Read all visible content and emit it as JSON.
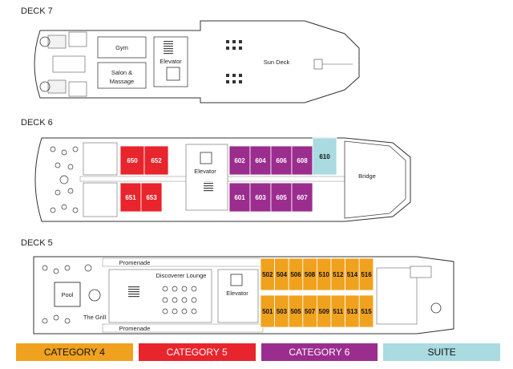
{
  "colors": {
    "category_4": "#f0a21e",
    "category_5": "#e8242c",
    "category_6": "#9b2d8e",
    "suite": "#a9dbe1"
  },
  "decks": [
    {
      "title": "DECK 7",
      "labels": {
        "gym": "Gym",
        "salon": "Salon &",
        "massage": "Massage",
        "elevator": "Elevator",
        "sun_deck": "Sun Deck"
      }
    },
    {
      "title": "DECK 6",
      "labels": {
        "elevator": "Elevator",
        "bridge": "Bridge"
      },
      "cabins": [
        {
          "num": "650",
          "cat": "category_5"
        },
        {
          "num": "652",
          "cat": "category_5"
        },
        {
          "num": "651",
          "cat": "category_5"
        },
        {
          "num": "653",
          "cat": "category_5"
        },
        {
          "num": "602",
          "cat": "category_6"
        },
        {
          "num": "604",
          "cat": "category_6"
        },
        {
          "num": "606",
          "cat": "category_6"
        },
        {
          "num": "608",
          "cat": "category_6"
        },
        {
          "num": "610",
          "cat": "suite"
        },
        {
          "num": "601",
          "cat": "category_6"
        },
        {
          "num": "603",
          "cat": "category_6"
        },
        {
          "num": "605",
          "cat": "category_6"
        },
        {
          "num": "607",
          "cat": "category_6"
        }
      ]
    },
    {
      "title": "DECK 5",
      "labels": {
        "promenade_top": "Promenade",
        "promenade_bottom": "Promenade",
        "lounge": "Discoverer Lounge",
        "pool": "Pool",
        "grill": "The Grill",
        "elevator": "Elevator"
      },
      "cabins": [
        {
          "num": "502",
          "cat": "category_4"
        },
        {
          "num": "504",
          "cat": "category_4"
        },
        {
          "num": "506",
          "cat": "category_4"
        },
        {
          "num": "508",
          "cat": "category_4"
        },
        {
          "num": "510",
          "cat": "category_4"
        },
        {
          "num": "512",
          "cat": "category_4"
        },
        {
          "num": "514",
          "cat": "category_4"
        },
        {
          "num": "516",
          "cat": "category_4"
        },
        {
          "num": "501",
          "cat": "category_4"
        },
        {
          "num": "503",
          "cat": "category_4"
        },
        {
          "num": "505",
          "cat": "category_4"
        },
        {
          "num": "507",
          "cat": "category_4"
        },
        {
          "num": "509",
          "cat": "category_4"
        },
        {
          "num": "511",
          "cat": "category_4"
        },
        {
          "num": "513",
          "cat": "category_4"
        },
        {
          "num": "515",
          "cat": "category_4"
        }
      ]
    }
  ],
  "legend": [
    {
      "label": "CATEGORY 4",
      "color": "#f0a21e",
      "text_color": "#111111"
    },
    {
      "label": "CATEGORY 5",
      "color": "#e8242c",
      "text_color": "#ffffff"
    },
    {
      "label": "CATEGORY 6",
      "color": "#9b2d8e",
      "text_color": "#ffffff"
    },
    {
      "label": "SUITE",
      "color": "#a9dbe1",
      "text_color": "#111111"
    }
  ]
}
